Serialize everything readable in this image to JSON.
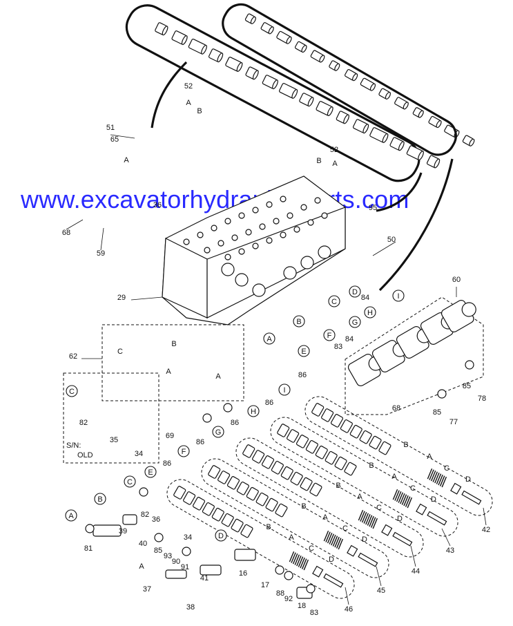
{
  "watermark": "www.excavatorhydraulic-parts.com",
  "sn_note": {
    "line1": "S/N:",
    "line2": "OLD"
  },
  "part_numbers": [
    "52",
    "51",
    "65",
    "68",
    "59",
    "36",
    "29",
    "50",
    "60",
    "62",
    "82",
    "35",
    "34",
    "69",
    "78",
    "85",
    "77",
    "86",
    "42",
    "43",
    "44",
    "45",
    "46",
    "39",
    "40",
    "81",
    "93",
    "90",
    "91",
    "37",
    "41",
    "16",
    "17",
    "88",
    "92",
    "18",
    "83",
    "38",
    "84",
    "95"
  ],
  "circle_labels": [
    "A",
    "B",
    "C",
    "D",
    "E",
    "F",
    "G",
    "H",
    "I"
  ],
  "small_letters": [
    "A",
    "B",
    "C",
    "D"
  ]
}
